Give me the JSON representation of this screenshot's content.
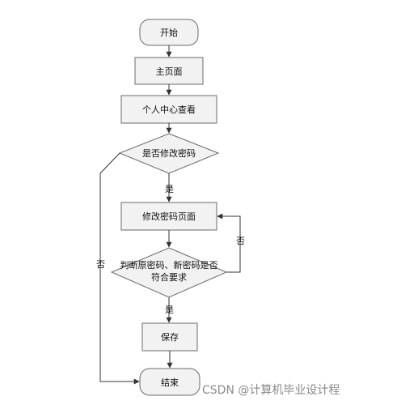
{
  "nodes": {
    "start": "开始",
    "main_page": "主页面",
    "personal_center": "个人中心查看",
    "decision_change_password": "是否修改密码",
    "change_password_page": "修改密码页面",
    "decision_check_line1": "判断原密码、新密码是否",
    "decision_check_line2": "符合要求",
    "save": "保存",
    "end": "结束"
  },
  "edge_labels": {
    "change_yes": "是",
    "change_no": "否",
    "check_yes": "是",
    "check_no": "否"
  },
  "watermark": "CSDN @计算机毕业设计程"
}
